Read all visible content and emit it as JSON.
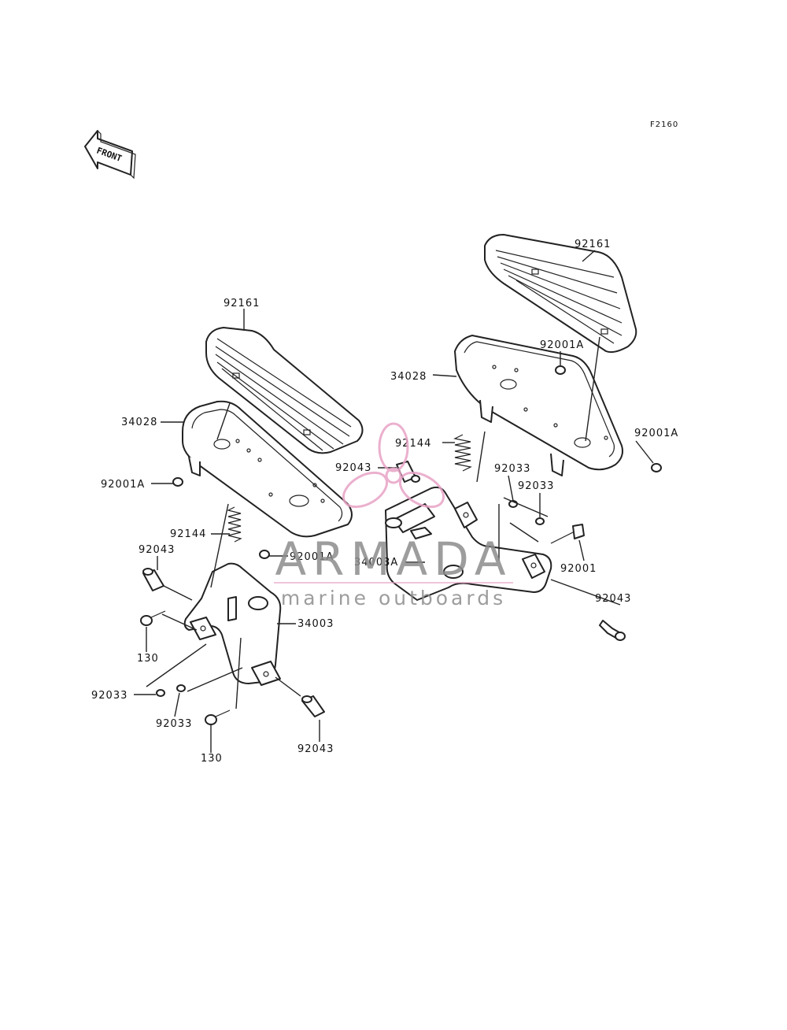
{
  "figure_code": "F2160",
  "front_label": "FRONT",
  "watermark": {
    "brand": "ARMADA",
    "tagline": "marine outboards",
    "brand_color": "#8c8c8c",
    "logo_color": "#e8a3c6"
  },
  "labels": {
    "r_92161": "92161",
    "r_92001A_top": "92001A",
    "r_34028": "34028",
    "r_92001A_right": "92001A",
    "r_92144": "92144",
    "r_92043_mid": "92043",
    "r_92033_a": "92033",
    "r_92033_b": "92033",
    "r_34003A": "34003A",
    "r_92001": "92001",
    "r_92043_right": "92043",
    "l_92161": "92161",
    "l_34028": "34028",
    "l_92001A_left": "92001A",
    "l_92144": "92144",
    "l_92001A_bottom": "92001A",
    "l_92043_top": "92043",
    "l_34003": "34003",
    "l_130_a": "130",
    "l_92033_a": "92033",
    "l_92033_b": "92033",
    "l_130_b": "130",
    "l_92043_bottom": "92043"
  }
}
